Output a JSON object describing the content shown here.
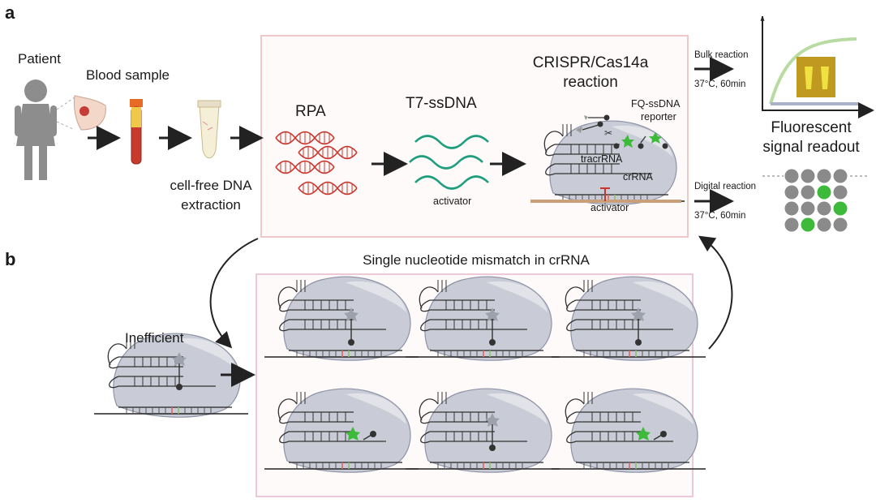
{
  "panel_a": "a",
  "panel_b": "b",
  "labels": {
    "patient": "Patient",
    "blood_sample": "Blood sample",
    "cfdna_line1": "cell-free DNA",
    "cfdna_line2": "extraction",
    "rpa": "RPA",
    "t7": "T7-ssDNA",
    "activator": "activator",
    "crispr_line1": "CRISPR/Cas14a",
    "crispr_line2": "reaction",
    "fq_line1": "FQ-ssDNA",
    "fq_line2": "reporter",
    "tracrrna": "tracrRNA",
    "crrna": "crRNA",
    "activator_bottom": "activator",
    "bulk": "Bulk reaction",
    "bulk_cond": "37°C, 60min",
    "digital": "Digital reaction",
    "digital_cond": "37°C, 60min",
    "fluor_line1": "Fluorescent",
    "fluor_line2": "signal readout",
    "mismatch_title": "Single nucleotide mismatch in crRNA",
    "inefficient": "Inefficient"
  },
  "colors": {
    "cas_fill": "#c9ccd6",
    "dna_red": "#c8372d",
    "ssdna_teal": "#1f9e7e",
    "green_signal": "#3dba3a",
    "panel_border": "#f0c8cc",
    "curve": "#b7dba0"
  },
  "digital_grid": {
    "rows": 4,
    "cols": 4,
    "positive": [
      [
        1,
        2
      ],
      [
        2,
        3
      ],
      [
        3,
        1
      ]
    ]
  }
}
